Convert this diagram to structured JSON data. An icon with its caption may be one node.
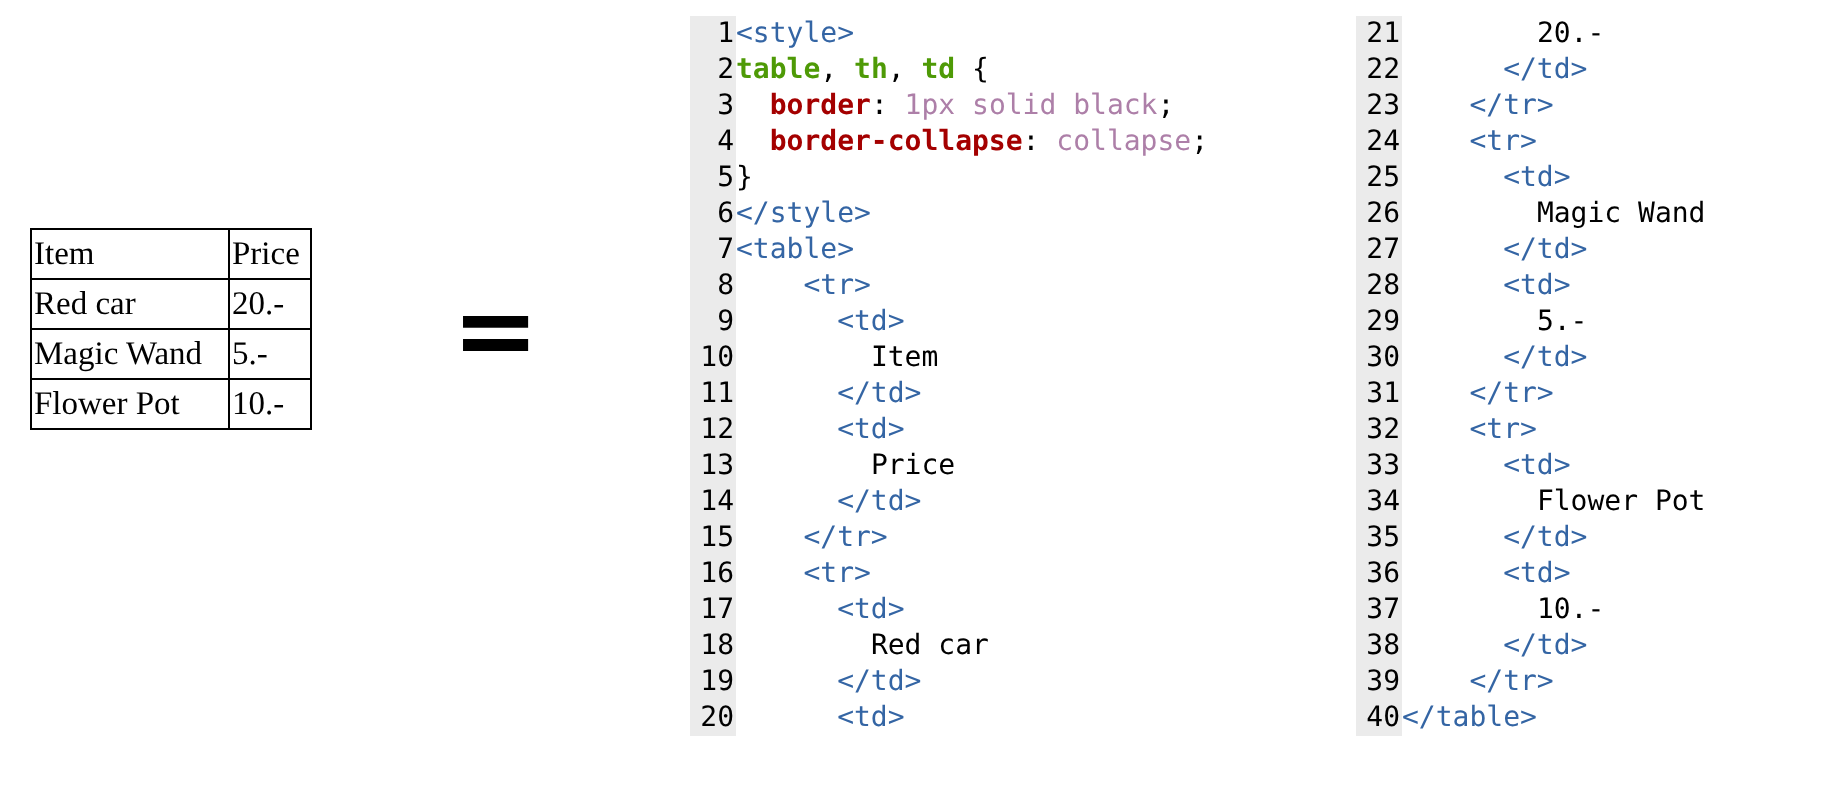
{
  "diagram": {
    "labels": [
      "Item",
      "Price",
      "Red car",
      "20.-",
      "Magic Wand",
      "5.-",
      "Flower Pot",
      "10.-",
      "=",
      "1",
      "<style>",
      "2",
      "table, th, td {",
      "3",
      "border: 1px solid black;",
      "4",
      "border-collapse: collapse;",
      "5",
      "}",
      "6",
      "</style>",
      "7",
      "<table>",
      "8",
      "<tr>",
      "9",
      "<td>",
      "10",
      "Item",
      "11",
      "</td>",
      "12",
      "<td>",
      "13",
      "Price",
      "14",
      "</td>",
      "15",
      "</tr>",
      "16",
      "<tr>",
      "17",
      "<td>",
      "18",
      "Red car",
      "19",
      "</td>",
      "20",
      "<td>",
      "21",
      "20.-",
      "22",
      "</td>",
      "23",
      "</tr>",
      "24",
      "<tr>",
      "25",
      "<td>",
      "26",
      "Magic Wand",
      "27",
      "</td>",
      "28",
      "<td>",
      "29",
      "5.-",
      "30",
      "</td>",
      "31",
      "</tr>",
      "32",
      "<tr>",
      "33",
      "<td>",
      "34",
      "Flower Pot",
      "35",
      "</td>",
      "36",
      "<td>",
      "37",
      "10.-",
      "38",
      "</td>",
      "39",
      "</tr>",
      "40",
      "</table>"
    ]
  }
}
